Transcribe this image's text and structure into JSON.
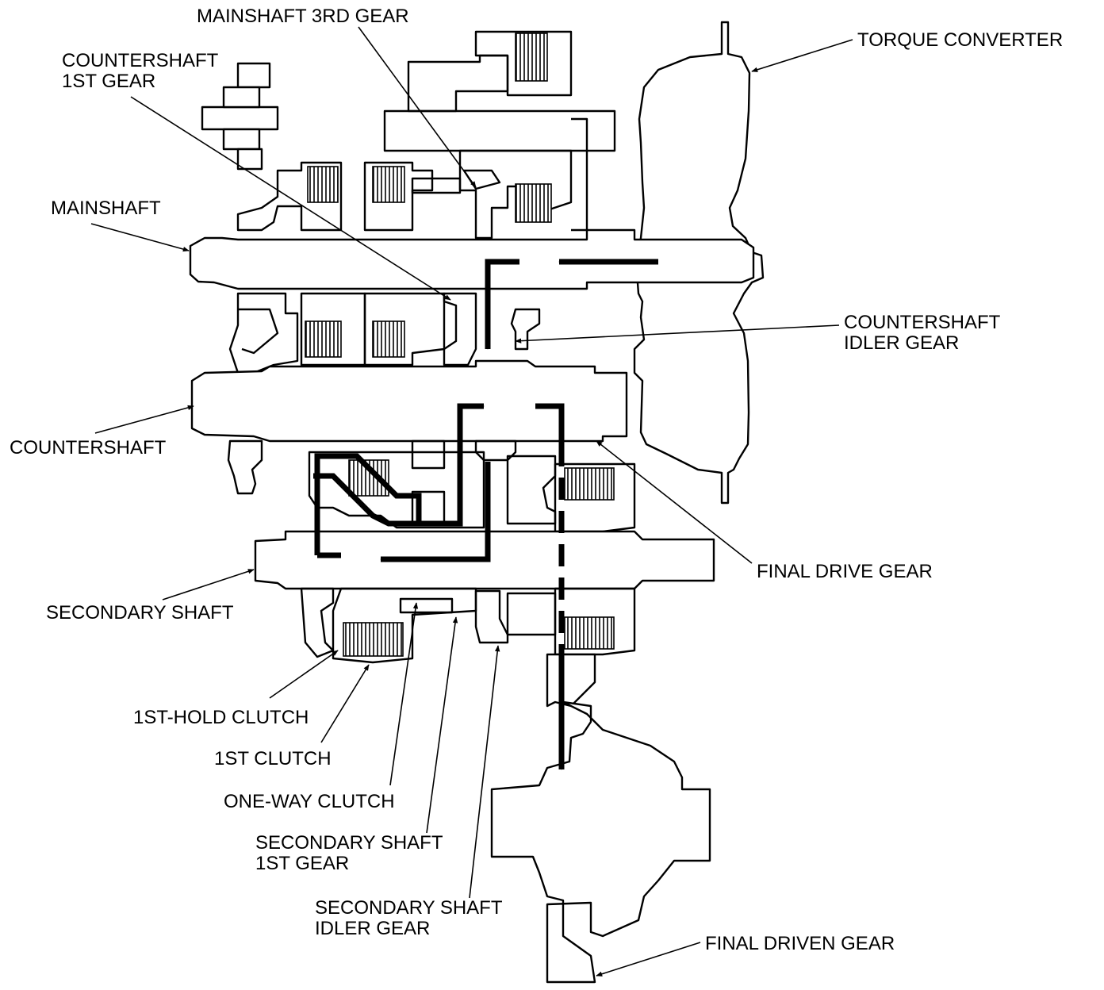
{
  "labels": {
    "mainshaft_3rd_gear": "MAINSHAFT 3RD GEAR",
    "torque_converter": "TORQUE CONVERTER",
    "countershaft_1st_gear_l1": "COUNTERSHAFT",
    "countershaft_1st_gear_l2": "1ST GEAR",
    "mainshaft": "MAINSHAFT",
    "countershaft_idler_gear_l1": "COUNTERSHAFT",
    "countershaft_idler_gear_l2": "IDLER GEAR",
    "countershaft": "COUNTERSHAFT",
    "final_drive_gear": "FINAL DRIVE GEAR",
    "secondary_shaft": "SECONDARY SHAFT",
    "first_hold_clutch": "1ST-HOLD CLUTCH",
    "first_clutch": "1ST CLUTCH",
    "one_way_clutch": "ONE-WAY CLUTCH",
    "secondary_shaft_1st_gear_l1": "SECONDARY SHAFT",
    "secondary_shaft_1st_gear_l2": "1ST GEAR",
    "secondary_shaft_idler_gear_l1": "SECONDARY SHAFT",
    "secondary_shaft_idler_gear_l2": "IDLER GEAR",
    "final_driven_gear": "FINAL DRIVEN GEAR"
  },
  "colors": {
    "line": "#000000",
    "background": "#ffffff"
  }
}
